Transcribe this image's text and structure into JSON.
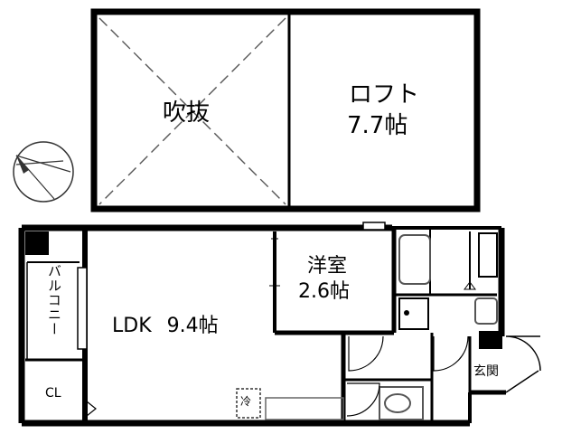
{
  "rooms": {
    "fukinuke": {
      "label": "吹抜"
    },
    "loft": {
      "name": "ロフト",
      "size": "7.7帖"
    },
    "youshitsu": {
      "name": "洋室",
      "size": "2.6帖"
    },
    "ldk": {
      "label": "LDK 9.4帖"
    },
    "balcony": {
      "label": "バルコニー"
    },
    "closet": {
      "label": "CL"
    },
    "entrance": {
      "label": "玄関"
    },
    "fridge": {
      "label": "冷"
    }
  },
  "colors": {
    "wall": "#000000",
    "background": "#ffffff",
    "fixture": "#777777"
  },
  "icons": {
    "compass": "north-arrow-icon"
  }
}
